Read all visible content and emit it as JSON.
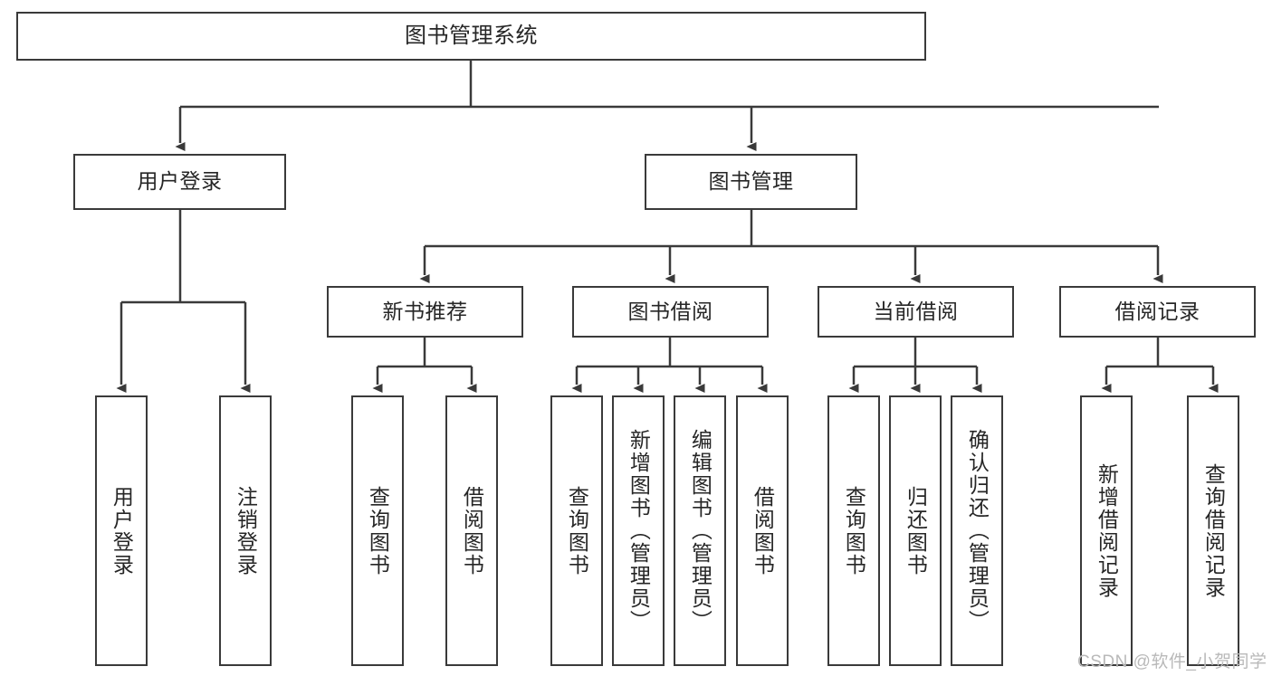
{
  "diagram": {
    "title": "图书管理系统",
    "watermark": "CSDN @软件_小贺同学",
    "stroke_color": "#3a3a3a",
    "text_color": "#262626",
    "background": "#ffffff",
    "levels": {
      "root": {
        "label": "图书管理系统"
      },
      "level2": [
        {
          "label": "用户登录"
        },
        {
          "label": "图书管理"
        }
      ],
      "level3": [
        {
          "label": "新书推荐"
        },
        {
          "label": "图书借阅"
        },
        {
          "label": "当前借阅"
        },
        {
          "label": "借阅记录"
        }
      ],
      "leaves": {
        "user_login": [
          {
            "label": "用户登录"
          },
          {
            "label": "注销登录"
          }
        ],
        "new_book_recommend": [
          {
            "label": "查询图书"
          },
          {
            "label": "借阅图书"
          }
        ],
        "book_borrow": [
          {
            "label": "查询图书"
          },
          {
            "label": "新增图书（管理员）"
          },
          {
            "label": "编辑图书（管理员）"
          },
          {
            "label": "借阅图书"
          }
        ],
        "current_borrow": [
          {
            "label": "查询图书"
          },
          {
            "label": "归还图书"
          },
          {
            "label": "确认归还（管理员）"
          }
        ],
        "borrow_record": [
          {
            "label": "新增借阅记录"
          },
          {
            "label": "查询借阅记录"
          }
        ]
      }
    }
  }
}
